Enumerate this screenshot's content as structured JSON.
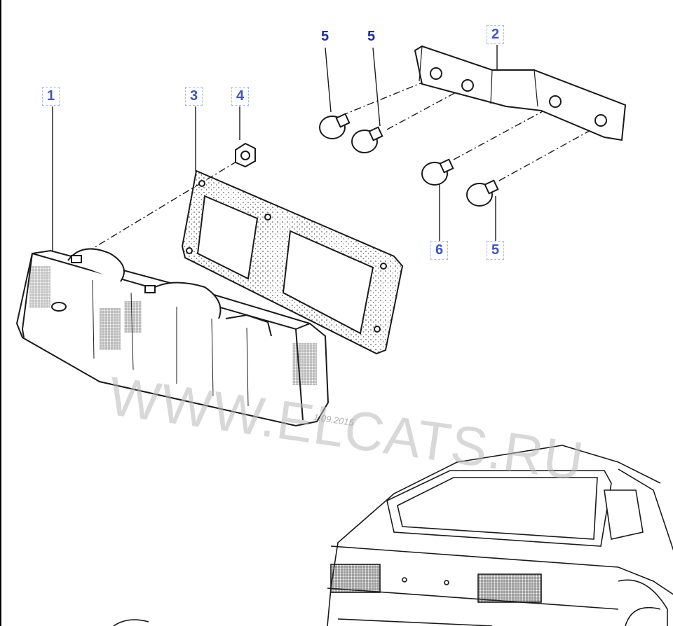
{
  "callouts": {
    "part1": "1",
    "part2": "2",
    "part3": "3",
    "part4": "4",
    "part5a": "5",
    "part5b": "5",
    "part5c": "5",
    "part6": "6"
  },
  "watermark": {
    "site": "WWW.ELCATS.RU",
    "date": "1.09.2015"
  },
  "colors": {
    "callout_text": "#3b55c9",
    "callout_border": "#a9b9ea",
    "line": "#1a1a1a",
    "watermark": "#b9b9b9"
  }
}
